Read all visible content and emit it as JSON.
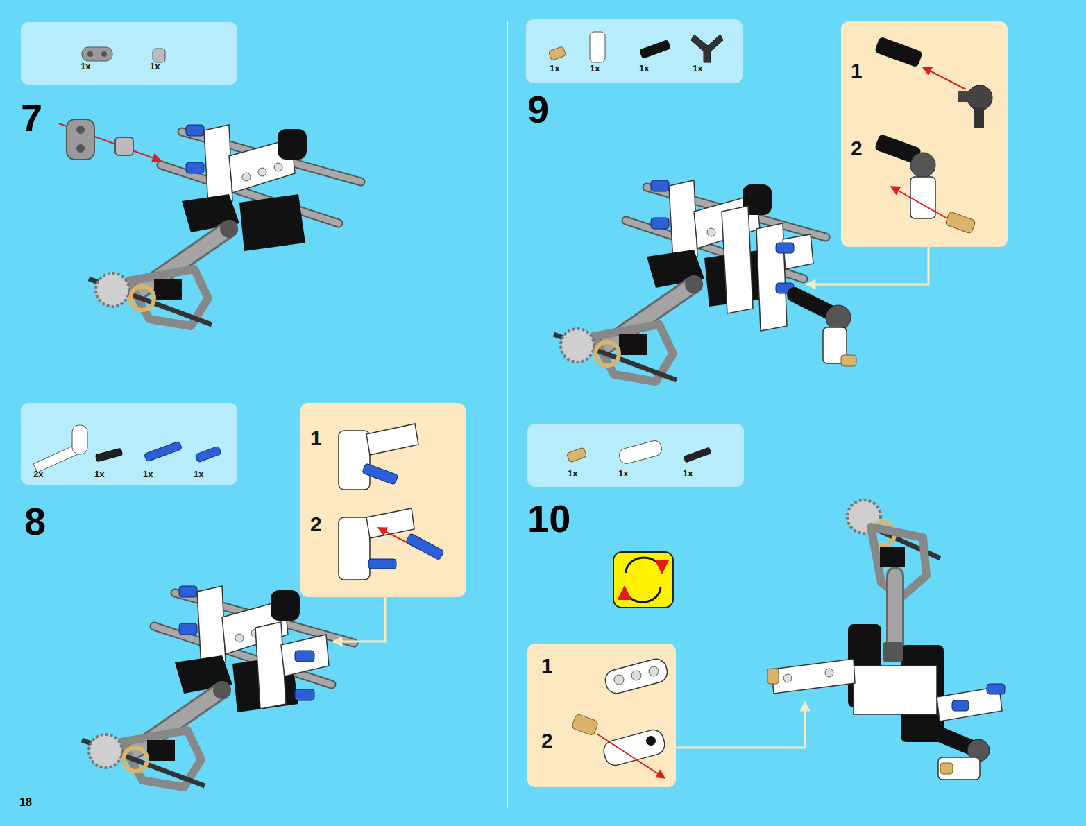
{
  "diagram": {
    "nodes": [
      {
        "text": [
          "1x",
          "1x"
        ]
      },
      {
        "text": [
          "2x",
          "1x",
          "1x",
          "1x"
        ]
      },
      {
        "text": [
          "1",
          "2"
        ]
      },
      {
        "text": [
          "1x",
          "1x",
          "1x",
          "1x"
        ]
      },
      {
        "text": [
          "1",
          "2"
        ]
      },
      {
        "text": [
          "1x",
          "1x",
          "1x"
        ]
      },
      {
        "text": [
          "1",
          "2"
        ]
      }
    ],
    "labels": [
      "7",
      "8",
      "9",
      "10",
      "18"
    ]
  }
}
